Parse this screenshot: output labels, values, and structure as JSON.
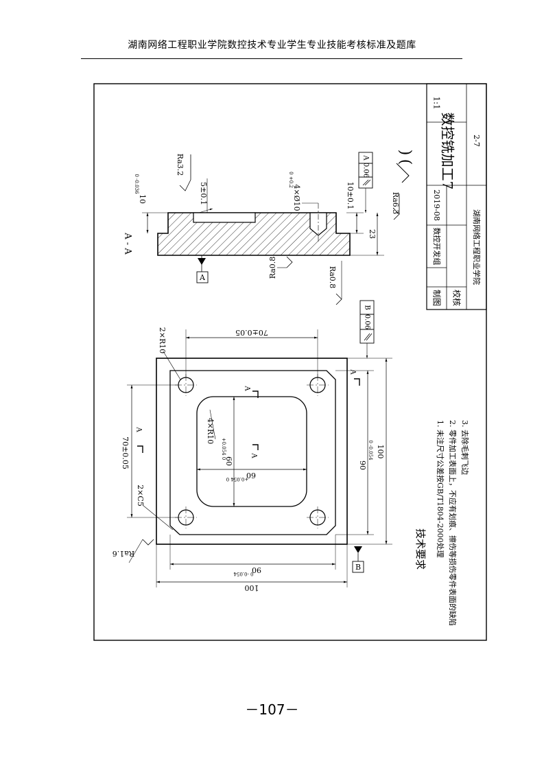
{
  "header": {
    "title": "湖南网络工程职业学院数控技术专业学生专业技能考核标准及题库"
  },
  "page_number": "－107－",
  "title_block": {
    "scale": "1:1",
    "part_name": "数控铣加工7",
    "drawn_label": "制图",
    "drawn_by": "数控开发组",
    "date": "2019-08",
    "check_label": "校核",
    "school": "湖南网络工程职业学院",
    "drawing_no": "2-7"
  },
  "tech_req": {
    "title": "技术要求",
    "items": [
      "1. 未注尺寸公差按GB/T1804-2000处理",
      "2. 零件加工表面上，不应有划痕、擦伤等损伤零件表面的缺陷",
      "3. 去除毛刺飞边"
    ]
  },
  "section_view": {
    "label": "A - A",
    "dim_10": "10",
    "dim_10_tol": "0 -0.036",
    "dim_5": "5±0.1",
    "dim_holes": "4×Ø10",
    "dim_holes_tol": "0 +0.2",
    "dim_10b": "10±0.1",
    "dim_23": "23",
    "ra_top": "Ra3.2",
    "ra_bottom": "Ra0.8",
    "ra_side": "Ra0.8",
    "parallel_tol": "0.06",
    "datum_ref": "A",
    "datum_label": "A",
    "ra_general": "Ra6.3",
    "ra_general_paren_open": "(",
    "ra_general_paren_close": ")"
  },
  "plan_view": {
    "dim_70_top": "70±0.05",
    "dim_70_left": "70±0.05",
    "dim_90_right": "90",
    "dim_90_right_tol": "0 -0.054",
    "dim_100_right": "100",
    "dim_90_bottom": "90",
    "dim_90_bottom_tol": "0 -0.054",
    "dim_100_bottom": "100",
    "dim_60_v": "60",
    "dim_60_v_tol": "+0.054 0",
    "dim_60_h": "60",
    "dim_60_h_tol": "+0.054 0",
    "r10_pocket": "4×R10",
    "r10_holes": "2×R10",
    "c5": "2×C5",
    "ra_left": "Ra1.6",
    "parallel_tol": "0.06",
    "datum_ref": "B",
    "datum_label": "B",
    "section_mark": "A"
  }
}
